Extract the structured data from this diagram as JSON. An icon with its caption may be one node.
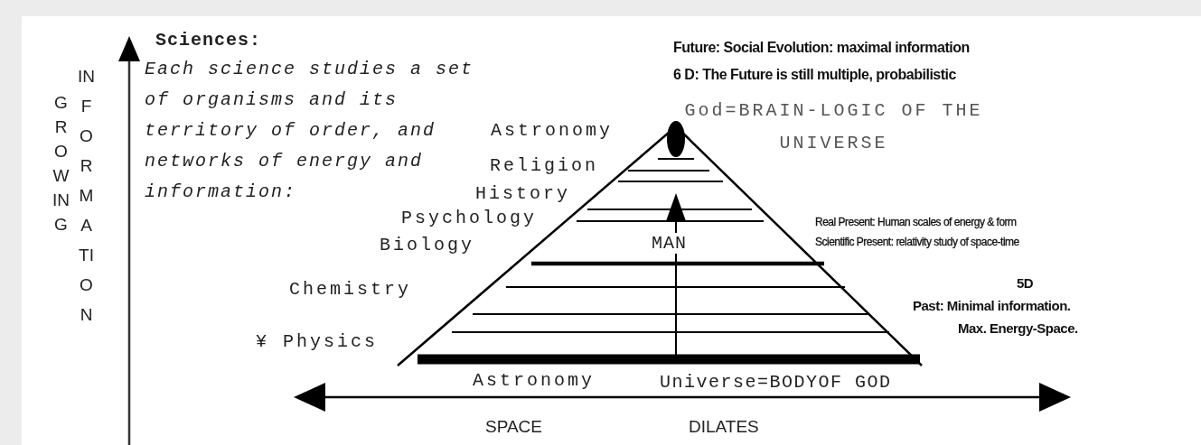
{
  "diagram": {
    "labels": [
      "Sciences:",
      "Each science studies a set of organisms and its territory of order, and networks of energy and information:",
      "Future: Social Evolution: maximal information",
      "6 D: The Future is still multiple, probabilistic",
      "God=BRAIN-LOGIC OF THE UNIVERSE",
      "Astronomy",
      "Religion",
      "History",
      "Psychology",
      "Biology",
      "MAN",
      "Real Present: Human scales of energy & form",
      "Scientific Present: relativity study of space-time",
      "Chemistry",
      "5D",
      "Past: Minimal information.",
      "Max. Energy-Space.",
      "¥ Physics",
      "Astronomy",
      "Universe=BODYOF GOD",
      "SPACE",
      "DILATES",
      "GROWING",
      "INFORMATION"
    ]
  }
}
